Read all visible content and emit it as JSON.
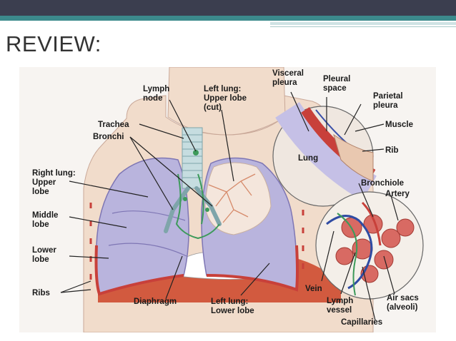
{
  "slide": {
    "title": "REVIEW:"
  },
  "labels": {
    "lymph_node": [
      "Lymph",
      "node"
    ],
    "left_lung_upper": [
      "Left lung:",
      "Upper lobe",
      "(cut)"
    ],
    "visceral_pleura": [
      "Visceral",
      "pleura"
    ],
    "pleural_space": [
      "Pleural",
      "space"
    ],
    "parietal_pleura": [
      "Parietal",
      "pleura"
    ],
    "muscle": "Muscle",
    "rib": "Rib",
    "lung": "Lung",
    "trachea": "Trachea",
    "bronchi": "Bronchi",
    "right_lung_upper": [
      "Right lung:",
      "Upper",
      "lobe"
    ],
    "middle_lobe": [
      "Middle",
      "lobe"
    ],
    "lower_lobe": [
      "Lower",
      "lobe"
    ],
    "ribs": "Ribs",
    "diaphragm": "Diaphragm",
    "left_lung_lower": [
      "Left lung:",
      "Lower lobe"
    ],
    "bronchiole": "Bronchiole",
    "artery": "Artery",
    "vein": "Vein",
    "lymph_vessel": [
      "Lymph",
      "vessel"
    ],
    "air_sacs": [
      "Air sacs",
      "(alveoli)"
    ],
    "capillaries": "Capillaries"
  },
  "colors": {
    "lung": "#b9b4dd",
    "lung_cut": "#f4e6dc",
    "skin": "#f1dccb",
    "pleura_red": "#c8403a",
    "diaphragm": "#d25a3f",
    "lymph": "#3d9a5a",
    "trachea": "#c6dde0"
  }
}
